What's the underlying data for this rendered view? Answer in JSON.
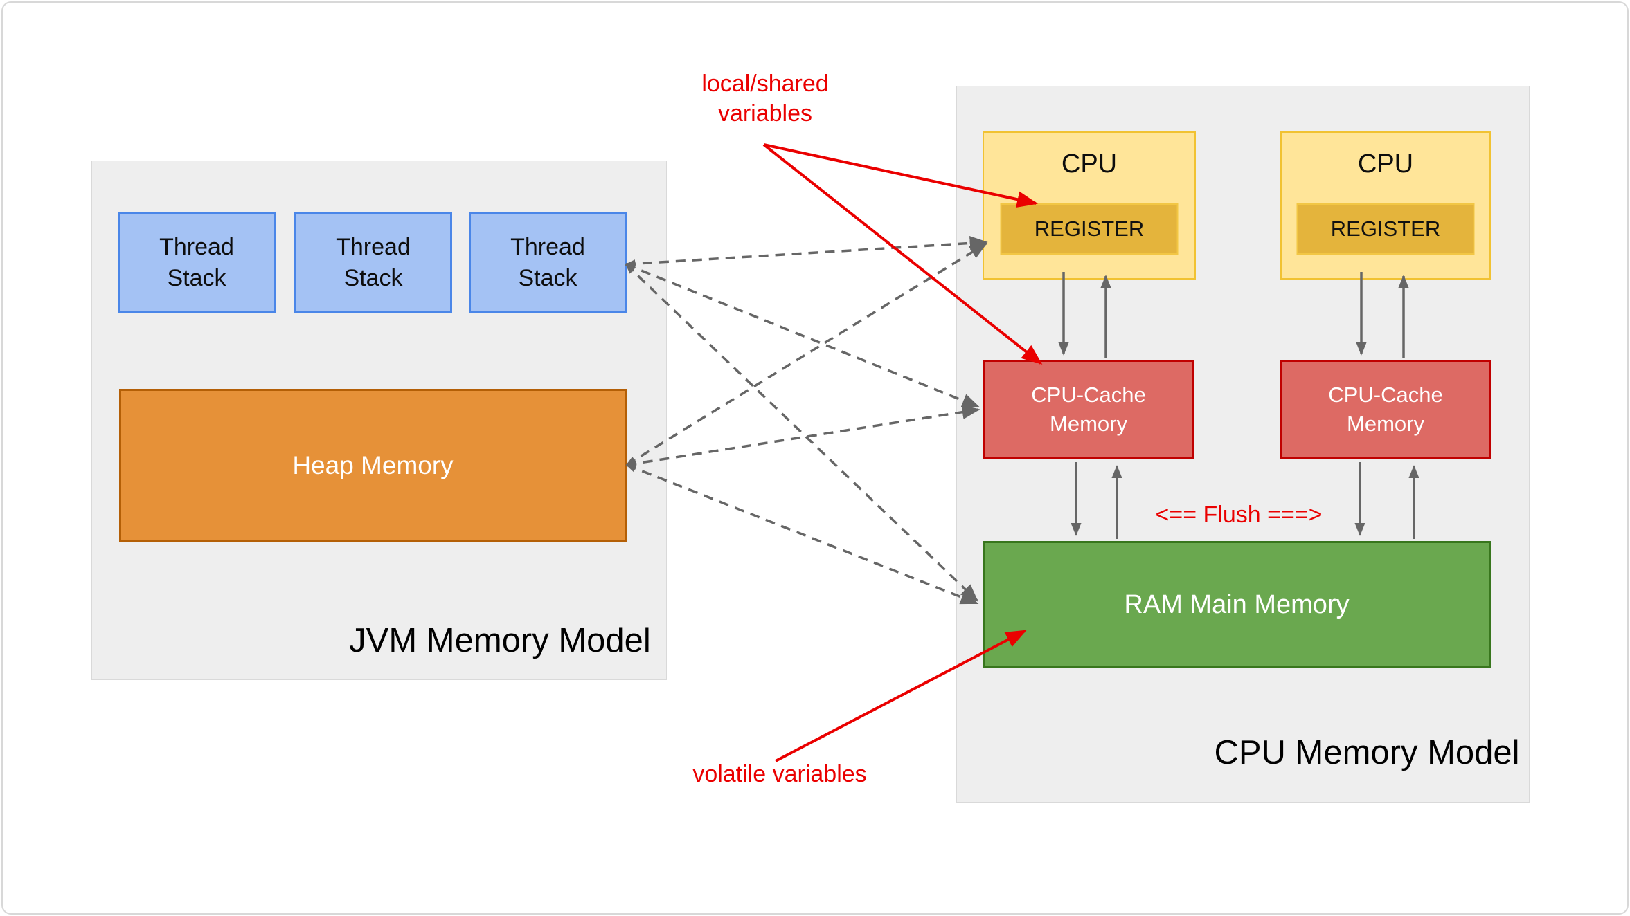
{
  "diagram": {
    "jvm_panel": {
      "title": "JVM Memory Model",
      "thread_stacks": [
        {
          "label": "Thread\nStack"
        },
        {
          "label": "Thread\nStack"
        },
        {
          "label": "Thread\nStack"
        }
      ],
      "heap_label": "Heap Memory"
    },
    "cpu_panel": {
      "title": "CPU Memory Model",
      "cpus": [
        {
          "label": "CPU",
          "register_label": "REGISTER"
        },
        {
          "label": "CPU",
          "register_label": "REGISTER"
        }
      ],
      "caches": [
        {
          "label": "CPU-Cache\nMemory"
        },
        {
          "label": "CPU-Cache\nMemory"
        }
      ],
      "ram_label": "RAM Main Memory",
      "flush_label": "<== Flush ===>"
    },
    "annotations": {
      "local_shared_label": "local/shared\nvariables",
      "volatile_label": "volatile variables"
    },
    "colors": {
      "thread_stack_fill": "#a4c2f4",
      "thread_stack_border": "#4a86e8",
      "heap_fill": "#e69138",
      "heap_border": "#b45f06",
      "cpu_fill": "#ffe599",
      "cpu_border": "#f1c232",
      "register_fill": "#e4b43c",
      "cache_fill": "#dd6a64",
      "cache_border": "#c00000",
      "ram_fill": "#6aa84f",
      "ram_border": "#38761d",
      "panel_fill": "#eeeeee",
      "annotation_red": "#ea0000",
      "arrow_gray": "#666666"
    }
  }
}
